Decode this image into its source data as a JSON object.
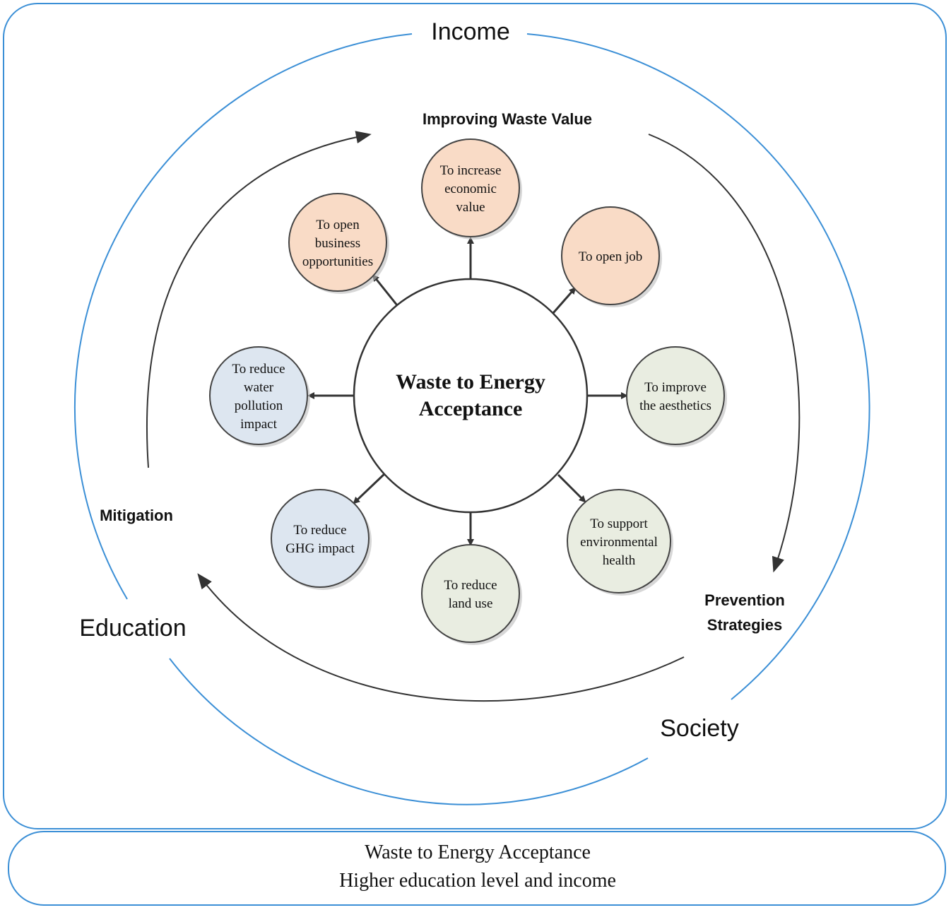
{
  "outer_labels": {
    "top": "Income",
    "left": "Education",
    "bottom_right": "Society"
  },
  "cycle_labels": {
    "top": "Improving Waste Value",
    "left": "Mitigation",
    "right_line1": "Prevention",
    "right_line2": "Strategies"
  },
  "center": {
    "line1": "Waste to Energy",
    "line2": "Acceptance"
  },
  "nodes": [
    {
      "id": "economic",
      "lines": [
        "To increase",
        "economic",
        "value"
      ],
      "color": "#f9dbc6"
    },
    {
      "id": "job",
      "lines": [
        "To open job"
      ],
      "color": "#f9dbc6"
    },
    {
      "id": "aesthetics",
      "lines": [
        "To improve",
        "the aesthetics"
      ],
      "color": "#e9ede1"
    },
    {
      "id": "health",
      "lines": [
        "To support",
        "environmental",
        "health"
      ],
      "color": "#e9ede1"
    },
    {
      "id": "land",
      "lines": [
        "To reduce",
        "land use"
      ],
      "color": "#e9ede1"
    },
    {
      "id": "ghg",
      "lines": [
        "To reduce",
        "GHG impact"
      ],
      "color": "#dde6f0"
    },
    {
      "id": "water",
      "lines": [
        "To reduce",
        "water",
        "pollution",
        "impact"
      ],
      "color": "#dde6f0"
    },
    {
      "id": "business",
      "lines": [
        "To open",
        "business",
        "opportunities"
      ],
      "color": "#f9dbc6"
    }
  ],
  "footer": {
    "line1": "Waste to Energy Acceptance",
    "line2": "Higher education level and income"
  },
  "colors": {
    "frame_blue": "#3b8fd6",
    "stroke_dark": "#333333"
  }
}
